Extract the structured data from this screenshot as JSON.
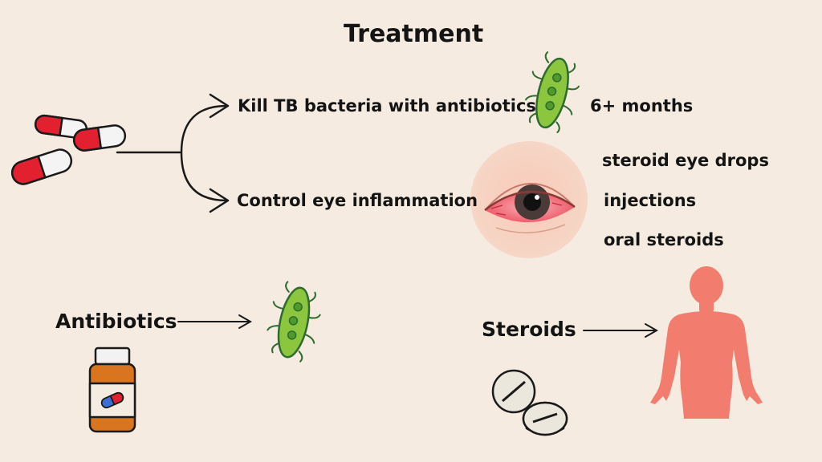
{
  "title": "Treatment",
  "branches": [
    {
      "label": "Kill TB bacteria with antibiotics",
      "duration": "6+ months"
    },
    {
      "label": "Control eye inflammation",
      "options": [
        "steroid eye drops",
        "injections",
        "oral steroids"
      ]
    }
  ],
  "bottom": {
    "antibiotics_label": "Antibiotics",
    "steroids_label": "Steroids"
  },
  "colors": {
    "background": "#f6ebe0",
    "capsule_red": "#e3202f",
    "bacteria_green": "#8cc63f",
    "eye_red": "#f0566a",
    "body_salmon": "#f27c6e",
    "bottle_orange": "#d9741f"
  }
}
